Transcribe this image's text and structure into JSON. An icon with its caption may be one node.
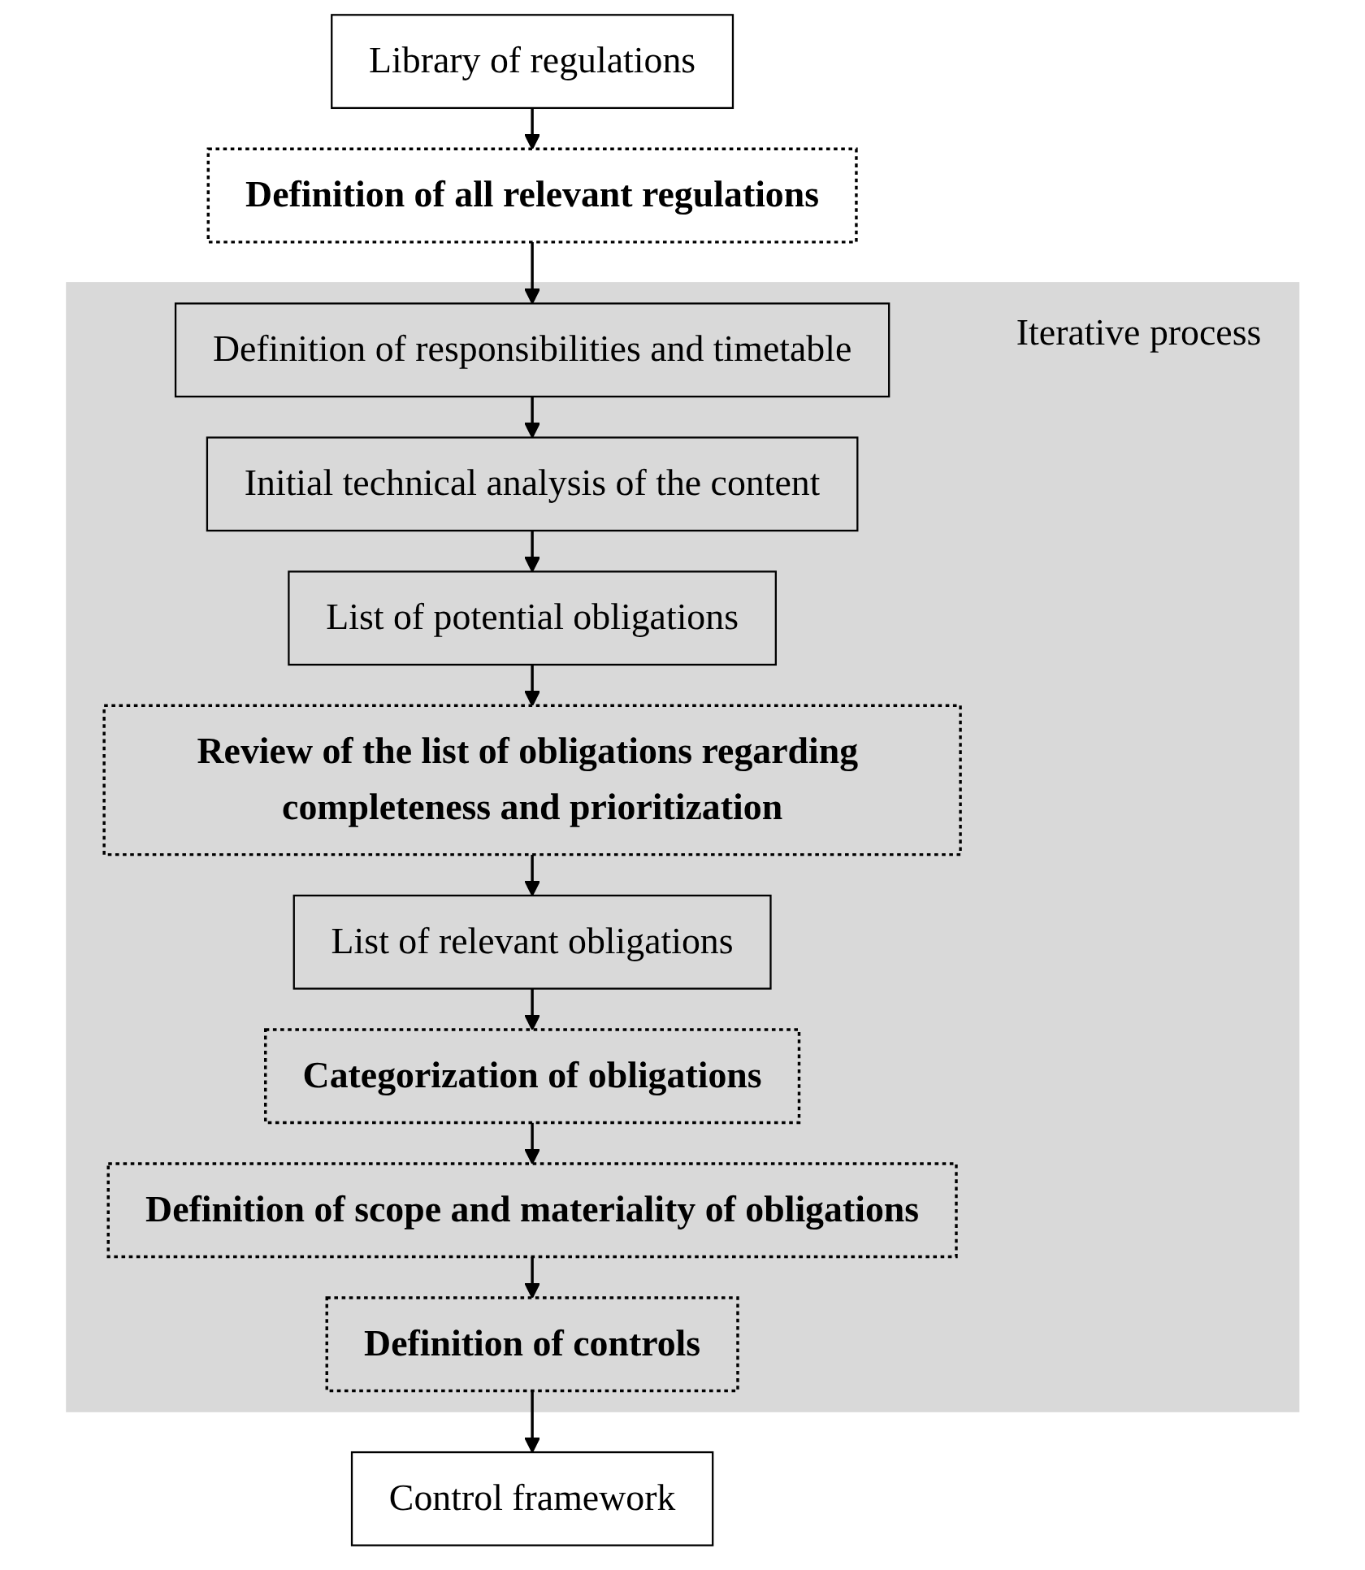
{
  "diagram": {
    "nodes": [
      {
        "text": [
          "Library of regulations"
        ]
      },
      {
        "text": [
          "Definition of all relevant regulations"
        ]
      },
      {
        "text": [
          "Iterative process"
        ]
      },
      {
        "text": [
          "Definition of responsibilities and timetable"
        ],
        "in": 2
      },
      {
        "text": [
          "Initial technical analysis of the content"
        ],
        "in": 2
      },
      {
        "text": [
          "List of potential obligations"
        ],
        "in": 2
      },
      {
        "text": [
          "Review of the list of obligations regarding completeness and prioritization"
        ],
        "in": 2
      },
      {
        "text": [
          "List of relevant obligations"
        ],
        "in": 2
      },
      {
        "text": [
          "Categorization of obligations"
        ],
        "in": 2
      },
      {
        "text": [
          "Definition of scope and materiality of obligations"
        ],
        "in": 2
      },
      {
        "text": [
          "Definition of controls"
        ],
        "in": 2
      },
      {
        "text": [
          "Control framework"
        ]
      }
    ],
    "edges": [
      {
        "from": 0,
        "to": 1,
        "arrow": "to"
      },
      {
        "from": 1,
        "to": 3,
        "arrow": "to"
      },
      {
        "from": 3,
        "to": 4,
        "arrow": "to"
      },
      {
        "from": 4,
        "to": 5,
        "arrow": "to"
      },
      {
        "from": 5,
        "to": 6,
        "arrow": "to"
      },
      {
        "from": 6,
        "to": 7,
        "arrow": "to"
      },
      {
        "from": 7,
        "to": 8,
        "arrow": "to"
      },
      {
        "from": 8,
        "to": 9,
        "arrow": "to"
      },
      {
        "from": 9,
        "to": 10,
        "arrow": "to"
      },
      {
        "from": 10,
        "to": 11,
        "arrow": "to"
      }
    ]
  }
}
